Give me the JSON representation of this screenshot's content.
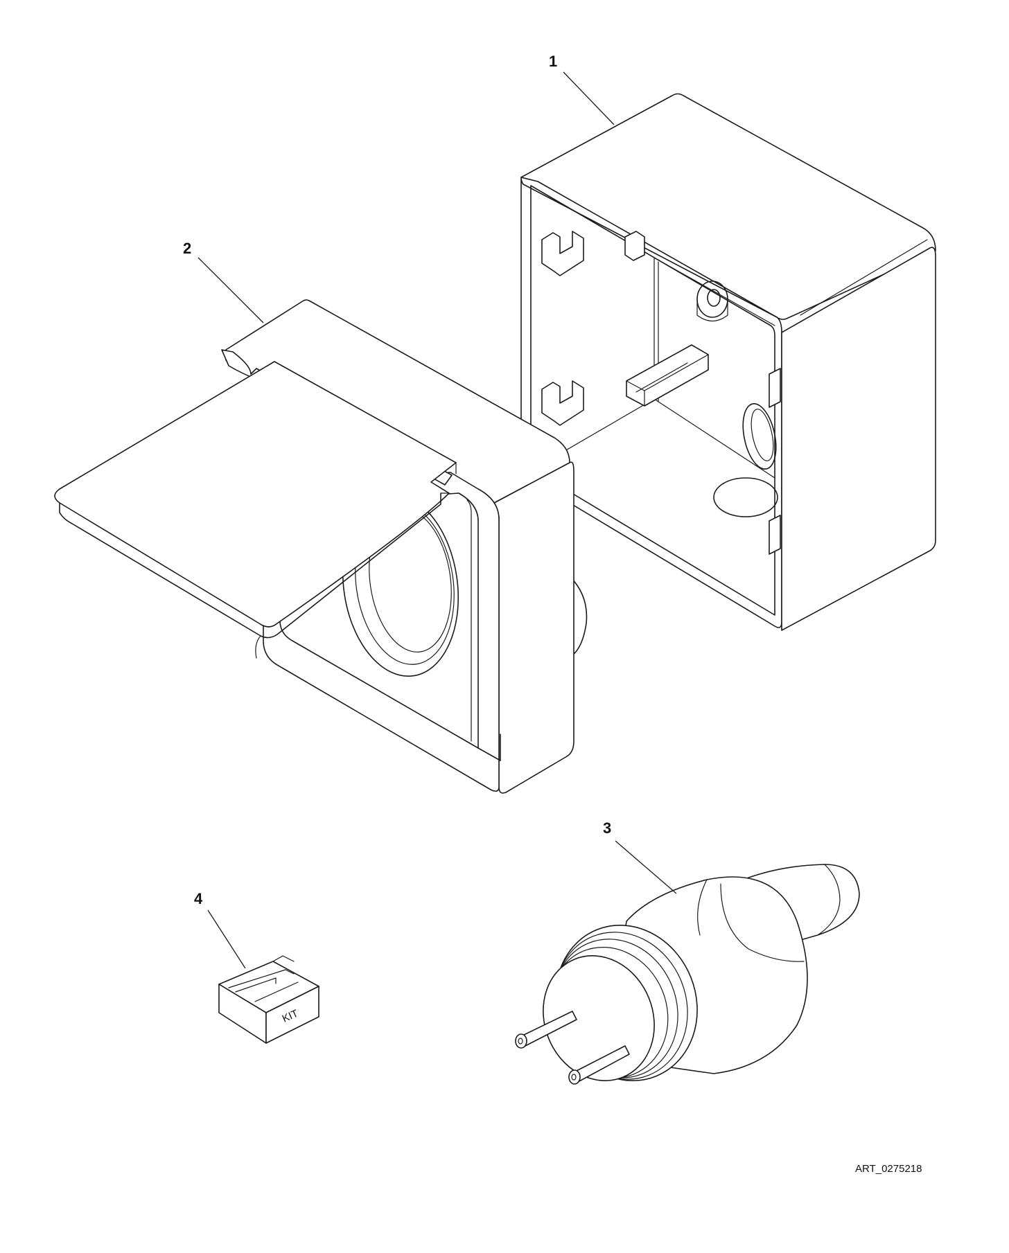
{
  "callouts": {
    "item1": "1",
    "item2": "2",
    "item3": "3",
    "item4": "4"
  },
  "kit_label": "KIT",
  "art_reference": "ART_0275218",
  "colors": {
    "line": "#1a1a1a",
    "background": "#ffffff"
  }
}
